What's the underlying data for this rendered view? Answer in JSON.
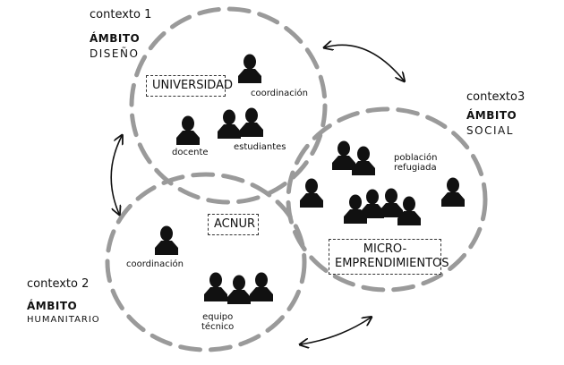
{
  "contexts": [
    {
      "title": "contexto 1",
      "ambito": "ÁMBITO",
      "sub": "DISEÑO"
    },
    {
      "title": "contexto 2",
      "ambito": "ÁMBITO",
      "sub": "HUMANITARIO"
    },
    {
      "title": "contexto3",
      "ambito": "ÁMBITO",
      "sub": "SOCIAL"
    }
  ],
  "boxes": {
    "universidad": "UNIVERSIDAD",
    "acnur": "ACNUR",
    "micro_line1": "MICRO-",
    "micro_line2": "EMPRENDIMIENTOS"
  },
  "labels": {
    "coordinacion_1": "coordinación",
    "docente": "docente",
    "estudiantes": "estudiantes",
    "coordinacion_2": "coordinación",
    "equipo_line1": "equipo",
    "equipo_line2": "técnico",
    "poblacion_line1": "población",
    "poblacion_line2": "refugiada"
  },
  "colors": {
    "circle": "#9a9a9a",
    "figure": "#111111",
    "arrow": "#111111"
  }
}
